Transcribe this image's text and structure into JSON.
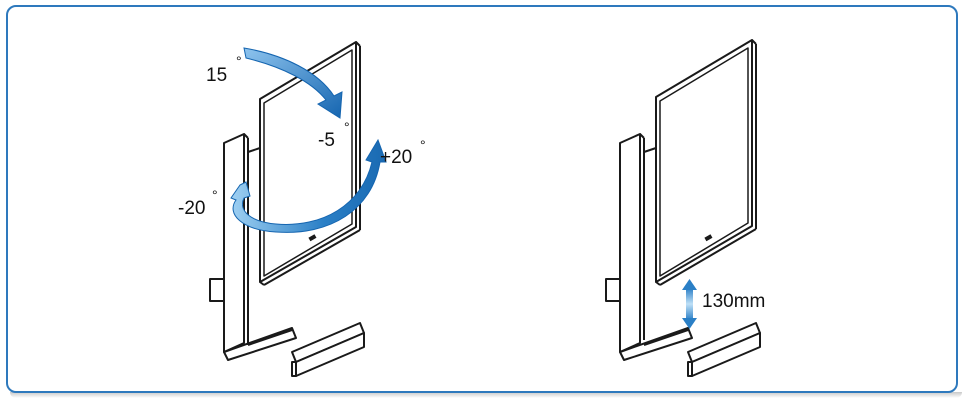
{
  "diagram": {
    "left": {
      "tilt_back": "15",
      "tilt_forward": "-5",
      "swivel_right": "+20",
      "swivel_left": "-20",
      "degree_symbol": "°"
    },
    "right": {
      "height_range": "130mm"
    },
    "colors": {
      "border": "#2e79bd",
      "arrow": "#1e73b8",
      "line": "#1a1a1a"
    },
    "icons": [
      "tilt-arrow-icon",
      "swivel-arrow-icon",
      "height-arrow-icon",
      "monitor-icon"
    ]
  }
}
